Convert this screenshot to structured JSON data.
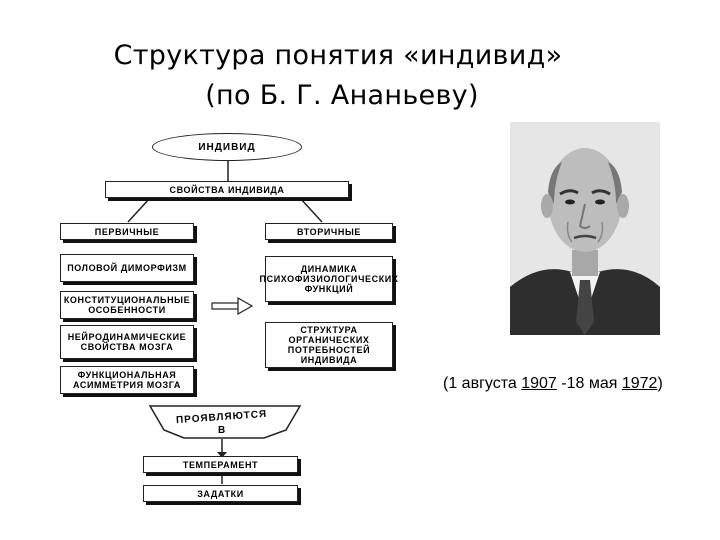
{
  "title": {
    "line1": "Структура понятия «индивид»",
    "line2": "(по Б. Г. Ананьеву)"
  },
  "diagram": {
    "root": "ИНДИВИД",
    "properties": "СВОЙСТВА ИНДИВИДА",
    "primary": {
      "header": "ПЕРВИЧНЫЕ",
      "items": [
        "ПОЛОВОЙ ДИМОРФИЗМ",
        "КОНСТИТУЦИОНАЛЬНЫЕ ОСОБЕННОСТИ",
        "НЕЙРОДИНАМИЧЕСКИЕ СВОЙСТВА МОЗГА",
        "ФУНКЦИОНАЛЬНАЯ АСИММЕТРИЯ МОЗГА"
      ]
    },
    "secondary": {
      "header": "ВТОРИЧНЫЕ",
      "items": [
        "ДИНАМИКА ПСИХОФИЗИОЛОГИЧЕСКИХ ФУНКЦИЙ",
        "СТРУКТУРА ОРГАНИЧЕСКИХ ПОТРЕБНОСТЕЙ ИНДИВИДА"
      ]
    },
    "manifest": {
      "word": "ПРОЯВЛЯЮТСЯ",
      "prep": "В"
    },
    "temperament": "ТЕМПЕРАМЕНТ",
    "inclinations": "ЗАДАТКИ"
  },
  "caption": {
    "open": "(1 августа ",
    "birth_year": "1907",
    "mid": " -18 мая ",
    "death_year": "1972",
    "close": ")"
  }
}
